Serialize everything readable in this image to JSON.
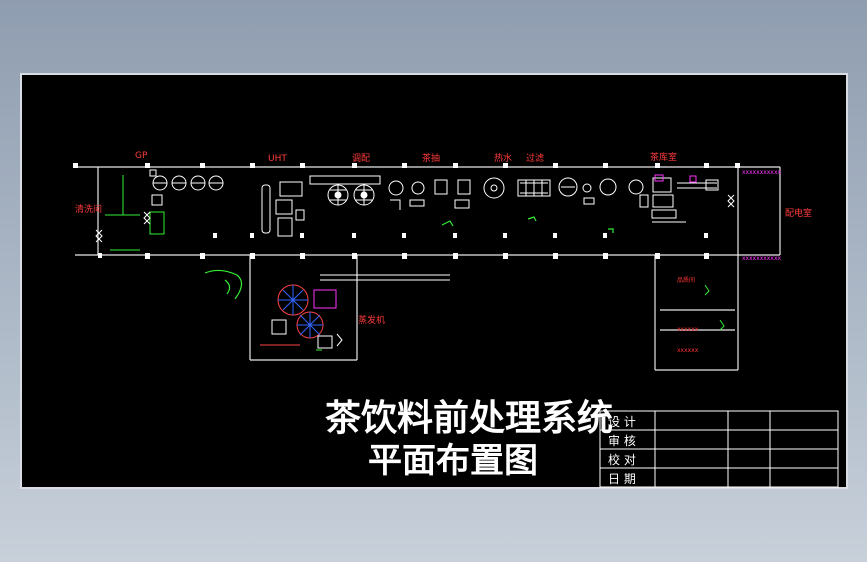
{
  "title_block": {
    "title_line1": "茶饮料前处理系统",
    "title_line2": "平面布置图",
    "rows": [
      "设 计",
      "审 核",
      "校 对",
      "日 期"
    ]
  },
  "areas": {
    "gp": "GP",
    "uht": "UHT",
    "blending": "调配",
    "extraction": "茶抽",
    "water": "热水",
    "filter": "过滤",
    "tea_room": "茶库室",
    "cip": "清洗间",
    "power_room": "配电室",
    "boiler": "蒸发机"
  },
  "small_labels": {
    "right_top": "xxxxxxxxxxx",
    "right_mid": "xxxxxxxxxxx",
    "room_a": "品质间",
    "room_b": "xxxxxx",
    "room_c": "xxxxxx"
  },
  "colors": {
    "background": "#000000",
    "line": "#ffffff",
    "label": "#ff3b3b",
    "accent_green": "#33ee33",
    "accent_magenta": "#ff33ff",
    "accent_blue": "#3366ff"
  }
}
